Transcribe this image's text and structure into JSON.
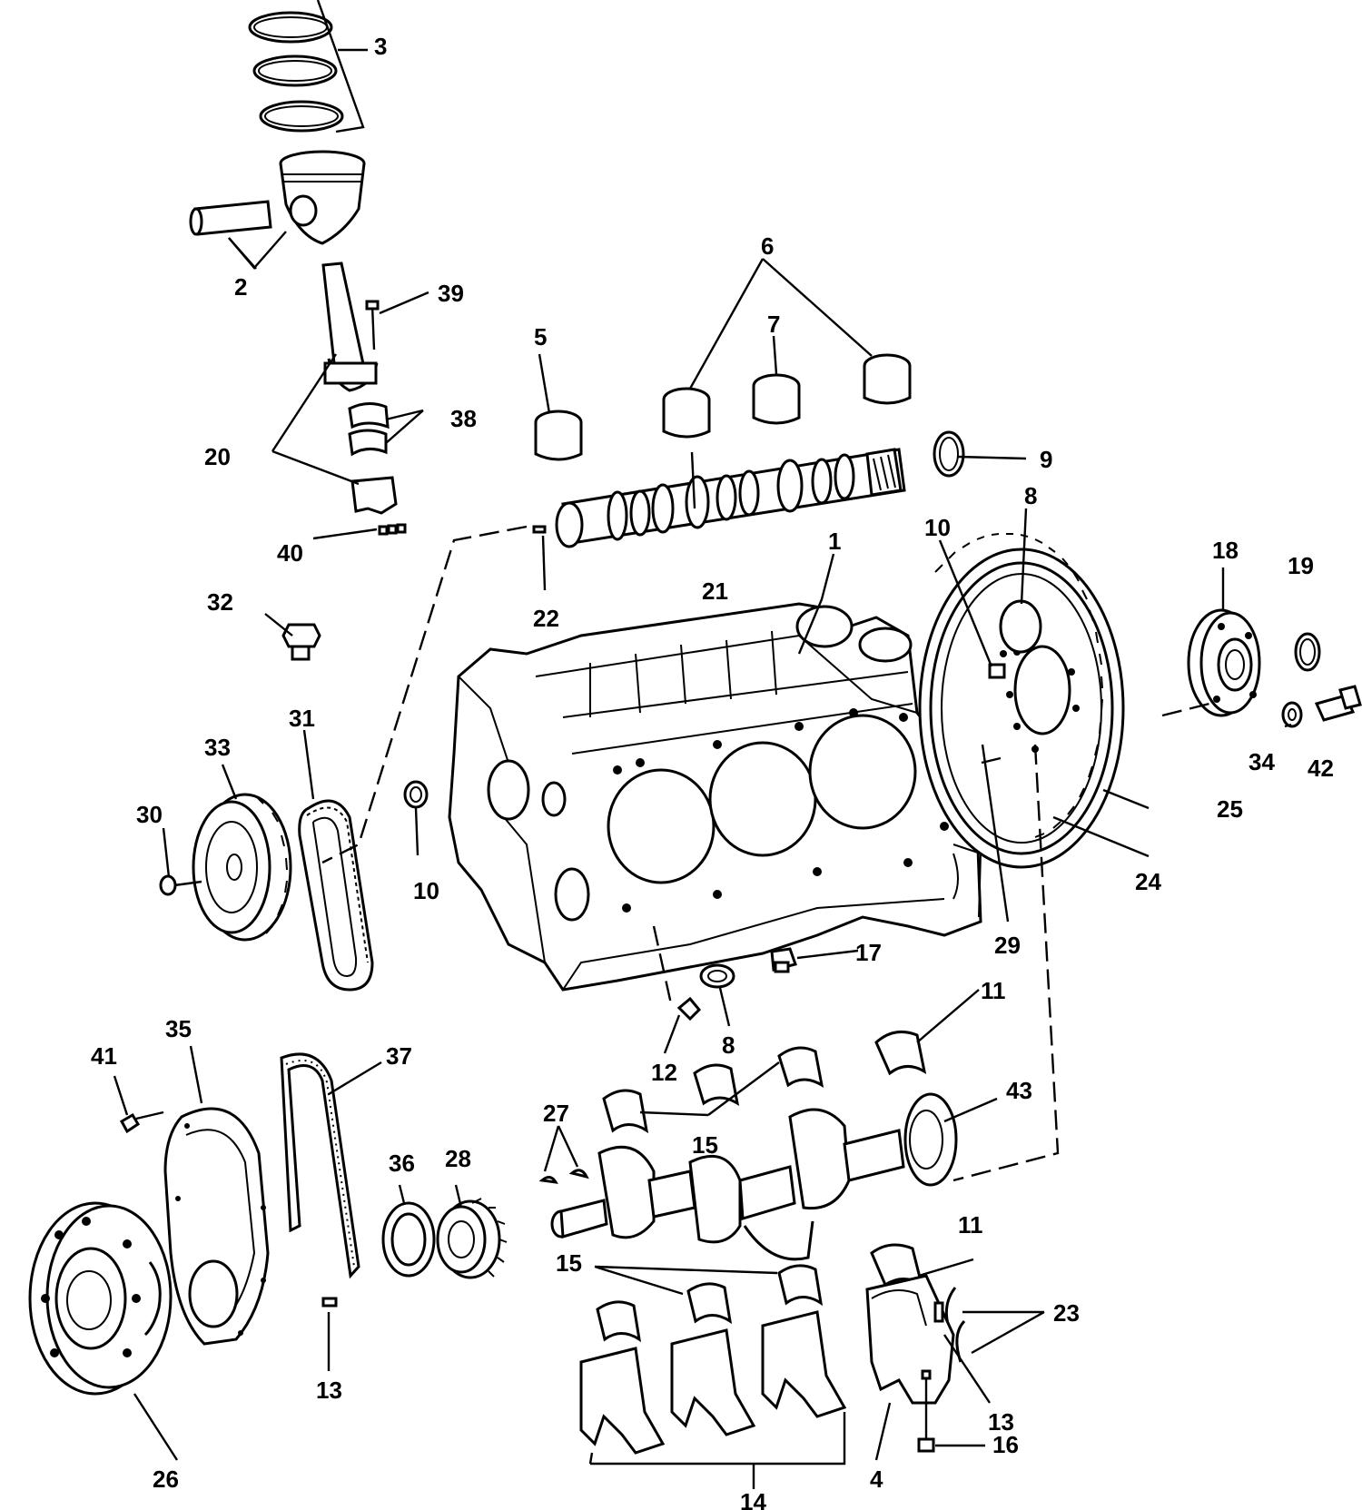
{
  "labels": {
    "l1": "1",
    "l2": "2",
    "l3": "3",
    "l4": "4",
    "l5": "5",
    "l6": "6",
    "l7": "7",
    "l8a": "8",
    "l8b": "8",
    "l9": "9",
    "l10a": "10",
    "l10b": "10",
    "l11a": "11",
    "l11b": "11",
    "l12": "12",
    "l13a": "13",
    "l13b": "13",
    "l14": "14",
    "l15a": "15",
    "l15b": "15",
    "l16": "16",
    "l17": "17",
    "l18": "18",
    "l19": "19",
    "l20": "20",
    "l21": "21",
    "l22": "22",
    "l23": "23",
    "l24": "24",
    "l25": "25",
    "l26": "26",
    "l27": "27",
    "l28": "28",
    "l29": "29",
    "l30": "30",
    "l31": "31",
    "l32": "32",
    "l33": "33",
    "l34": "34",
    "l35": "35",
    "l36": "36",
    "l37": "37",
    "l38": "38",
    "l39": "39",
    "l40": "40",
    "l41": "41",
    "l42": "42",
    "l43": "43"
  },
  "colors": {
    "line": "#000000",
    "background": "#ffffff"
  }
}
